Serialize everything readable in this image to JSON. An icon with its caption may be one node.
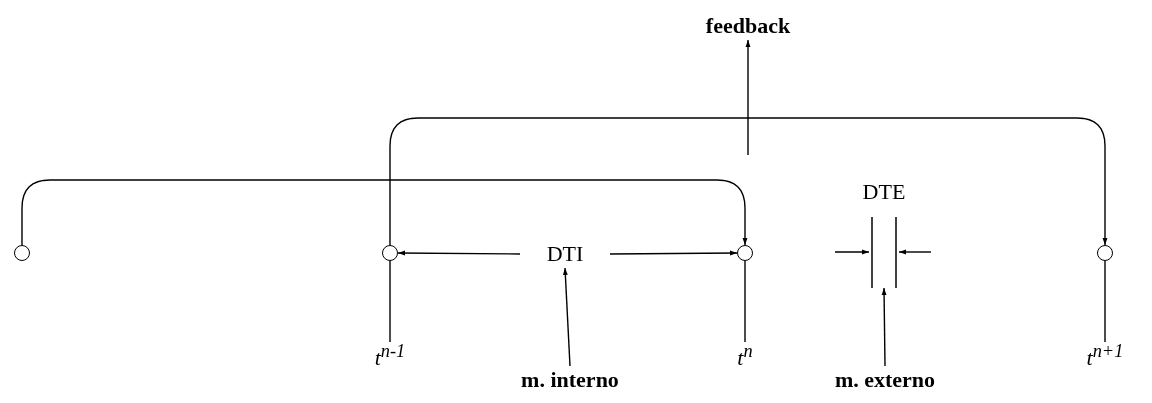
{
  "diagram": {
    "nodes": [
      {
        "text": [],
        "shape": "circle"
      },
      {
        "text": [],
        "shape": "circle"
      },
      {
        "text": [],
        "shape": "circle"
      },
      {
        "text": [],
        "shape": "circle"
      },
      {
        "text": [
          "feedback"
        ]
      },
      {
        "text": [
          "DTI"
        ]
      },
      {
        "text": [
          "m. interno"
        ]
      },
      {
        "text": [],
        "shape": "bar",
        "beside": [
          "DTE"
        ]
      },
      {
        "text": [
          "m. externo"
        ]
      },
      {
        "text": [
          "t$^{n-1}$"
        ]
      },
      {
        "text": [
          "t$^{n}$"
        ]
      },
      {
        "text": [
          "t$^{n+1}$"
        ]
      }
    ],
    "edges": [
      {
        "from": 0,
        "to": 2,
        "arrow": "to"
      },
      {
        "from": 1,
        "to": 3,
        "arrow": "to"
      },
      {
        "from": null,
        "to": 4,
        "arrow": "to"
      },
      {
        "from": 5,
        "to": 1,
        "arrow": "to"
      },
      {
        "from": 5,
        "to": 2,
        "arrow": "to"
      },
      {
        "from": 6,
        "to": 5,
        "arrow": "to"
      },
      {
        "from": 8,
        "to": 7,
        "arrow": "to"
      },
      {
        "from": 1,
        "to": 9,
        "arrow": "none"
      },
      {
        "from": 2,
        "to": 10,
        "arrow": "none"
      },
      {
        "from": 3,
        "to": 11,
        "arrow": "none"
      }
    ]
  }
}
